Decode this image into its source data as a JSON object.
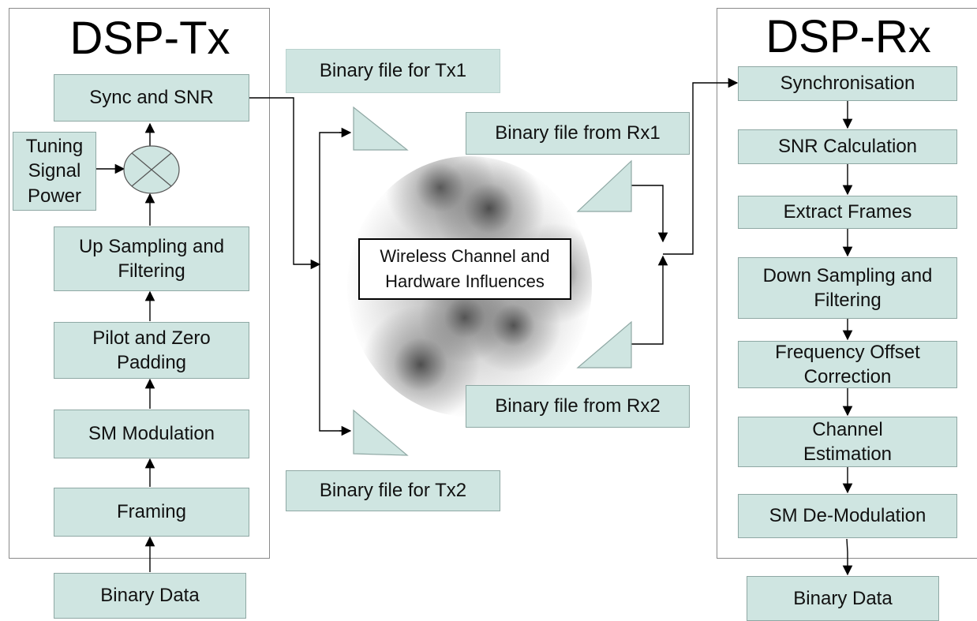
{
  "tx": {
    "title": "DSP-Tx",
    "sync_snr": "Sync and SNR",
    "tuning": "Tuning\nSignal\nPower",
    "upsampling": "Up Sampling and\nFiltering",
    "pilot": "Pilot and Zero\nPadding",
    "sm_mod": "SM Modulation",
    "framing": "Framing",
    "binary_data": "Binary Data"
  },
  "rx": {
    "title": "DSP-Rx",
    "sync": "Synchronisation",
    "snr_calc": "SNR Calculation",
    "extract": "Extract Frames",
    "downsampling": "Down Sampling and\nFiltering",
    "freq_offset": "Frequency Offset\nCorrection",
    "channel_est": "Channel\nEstimation",
    "sm_demod": "SM De-Modulation",
    "binary_data": "Binary Data"
  },
  "files": {
    "tx1": "Binary file for Tx1",
    "tx2": "Binary file for Tx2",
    "rx1": "Binary file from Rx1",
    "rx2": "Binary file from Rx2"
  },
  "channel": {
    "label": "Wireless Channel and\nHardware Influences"
  },
  "colors": {
    "block_fill": "#cfe5e1",
    "block_border": "#8fa8a4",
    "line": "#000000"
  }
}
